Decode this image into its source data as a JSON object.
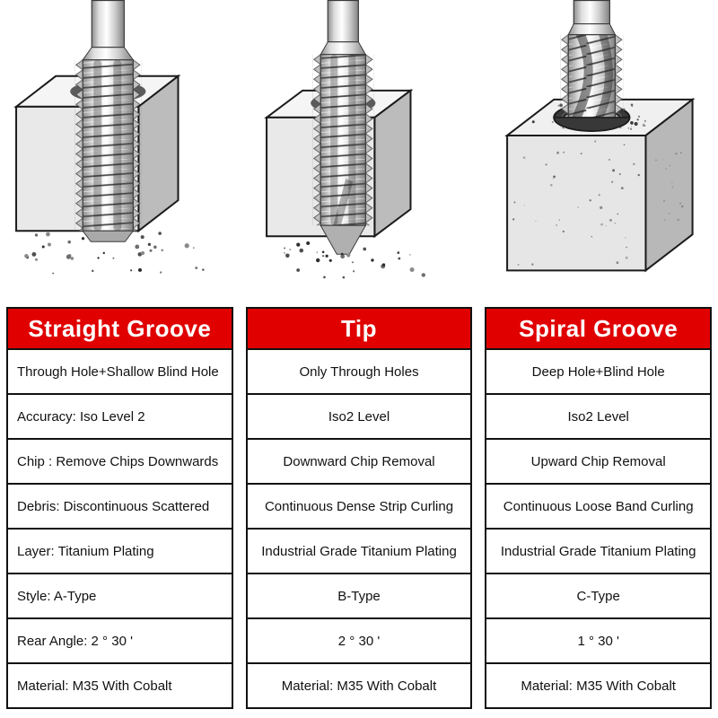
{
  "theme": {
    "accent_red": "#e00000",
    "border_color": "#111111",
    "background": "#ffffff"
  },
  "illustrations": [
    {
      "icon": "straight-flute-tap-cutting-block-illustration"
    },
    {
      "icon": "spiral-point-tap-cutting-block-illustration"
    },
    {
      "icon": "spiral-flute-tap-in-threaded-hole-illustration"
    }
  ],
  "chart_data": {
    "type": "table",
    "columns": [
      {
        "header": "Straight Groove",
        "align": "left",
        "values": [
          "Through Hole+Shallow Blind Hole",
          "Accuracy: Iso Level 2",
          "Chip : Remove Chips Downwards",
          "Debris: Discontinuous Scattered",
          "Layer: Titanium Plating",
          "Style: A-Type",
          "Rear Angle: 2 ° 30 '",
          "Material: M35 With Cobalt"
        ]
      },
      {
        "header": "Tip",
        "align": "center",
        "values": [
          "Only Through Holes",
          "Iso2 Level",
          "Downward Chip Removal",
          "Continuous Dense Strip Curling",
          "Industrial Grade Titanium Plating",
          "B-Type",
          "2 ° 30 '",
          "Material: M35 With Cobalt"
        ]
      },
      {
        "header": "Spiral Groove",
        "align": "center",
        "values": [
          "Deep Hole+Blind Hole",
          "Iso2 Level",
          "Upward Chip Removal",
          "Continuous Loose Band Curling",
          "Industrial Grade Titanium Plating",
          "C-Type",
          "1 ° 30 '",
          "Material: M35 With Cobalt"
        ]
      }
    ]
  }
}
